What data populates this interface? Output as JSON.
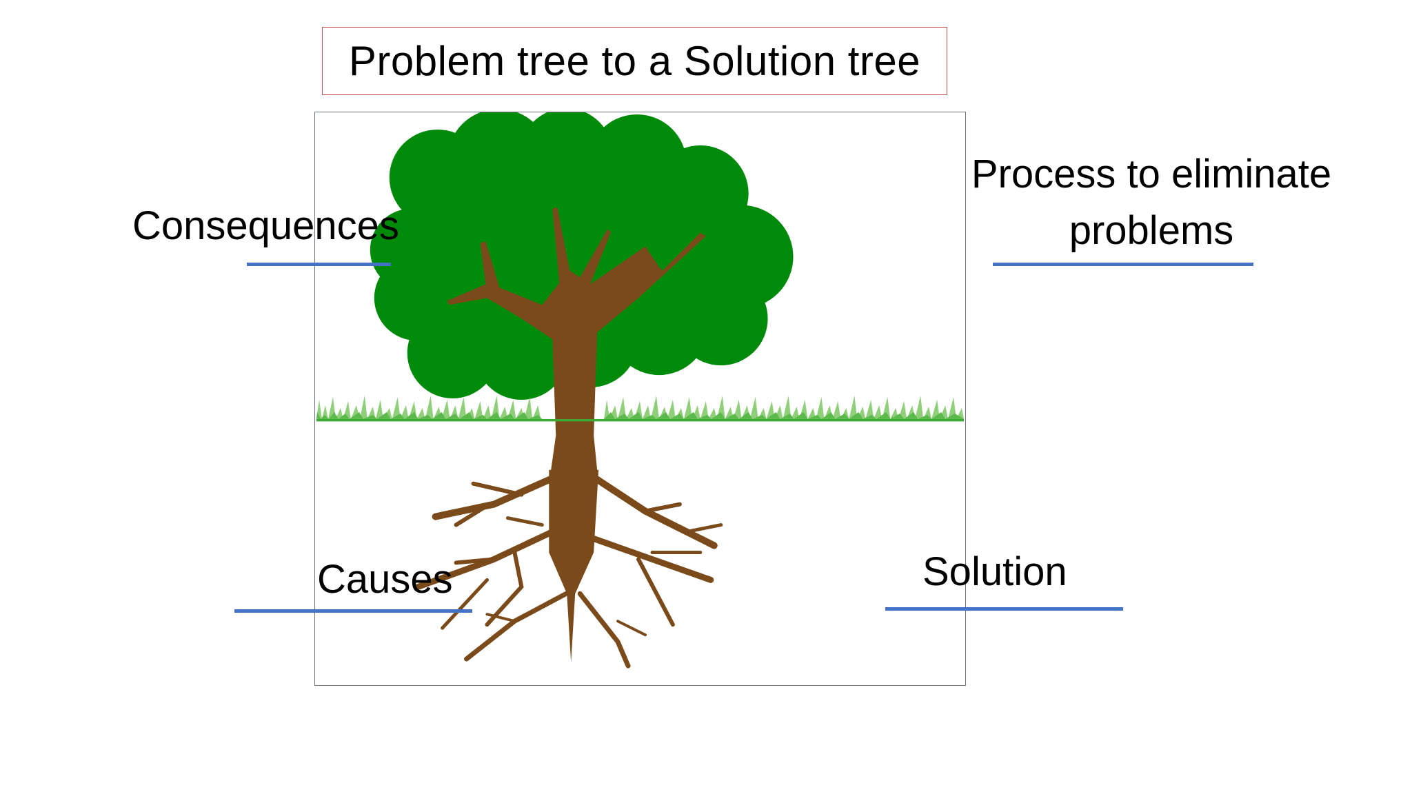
{
  "slide": {
    "title": "Problem tree to a Solution tree",
    "labels": {
      "consequences": "Consequences",
      "process": "Process to eliminate problems",
      "causes": "Causes",
      "solution": "Solution"
    }
  },
  "colors": {
    "title_border": "#c0504d",
    "blank_line": "#4472c4",
    "canopy": "#008a0a",
    "trunk": "#7a4a1a",
    "grass": "#3aaa35"
  },
  "icons": {
    "illustration": "tree-with-roots-icon"
  }
}
